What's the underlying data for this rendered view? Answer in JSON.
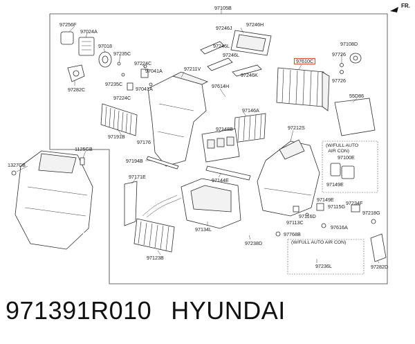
{
  "header": {
    "direction_label": "FR."
  },
  "footer": {
    "part_number": "971391R010",
    "brand": "HYUNDAI"
  },
  "callouts": [
    {
      "id": "97105B",
      "text": "97105B"
    },
    {
      "id": "97256F",
      "text": "97256F"
    },
    {
      "id": "97024A",
      "text": "97024A"
    },
    {
      "id": "97018",
      "text": "97018"
    },
    {
      "id": "97235C_a",
      "text": "97235C"
    },
    {
      "id": "97282C",
      "text": "97282C"
    },
    {
      "id": "97224C_a",
      "text": "97224C"
    },
    {
      "id": "97235C_b",
      "text": "97235C"
    },
    {
      "id": "97041A_a",
      "text": "97041A"
    },
    {
      "id": "97041A_b",
      "text": "97041A"
    },
    {
      "id": "97224C_b",
      "text": "97224C"
    },
    {
      "id": "97211V",
      "text": "97211V"
    },
    {
      "id": "97246J",
      "text": "97246J"
    },
    {
      "id": "97246H",
      "text": "97246H"
    },
    {
      "id": "97246L_a",
      "text": "97246L"
    },
    {
      "id": "97246L_b",
      "text": "97246L"
    },
    {
      "id": "97246K",
      "text": "97246K"
    },
    {
      "id": "97108D",
      "text": "97108D"
    },
    {
      "id": "97726_a",
      "text": "97726"
    },
    {
      "id": "97610C",
      "text": "97610C"
    },
    {
      "id": "97726_b",
      "text": "97726"
    },
    {
      "id": "97614H",
      "text": "97614H"
    },
    {
      "id": "55D86",
      "text": "55D86"
    },
    {
      "id": "97146A",
      "text": "97146A"
    },
    {
      "id": "97191B",
      "text": "97191B"
    },
    {
      "id": "97148B",
      "text": "97148B"
    },
    {
      "id": "97212S",
      "text": "97212S"
    },
    {
      "id": "97176",
      "text": "97176"
    },
    {
      "id": "1125GB",
      "text": "1125GB"
    },
    {
      "id": "97194B",
      "text": "97194B"
    },
    {
      "id": "1327CB",
      "text": "1327CB"
    },
    {
      "id": "97171E",
      "text": "97171E"
    },
    {
      "id": "97144E",
      "text": "97144E"
    },
    {
      "id": "97100E",
      "text": "97100E"
    },
    {
      "id": "97149E_a",
      "text": "97149E"
    },
    {
      "id": "97149E_b",
      "text": "97149E"
    },
    {
      "id": "97115G",
      "text": "97115G"
    },
    {
      "id": "97234F",
      "text": "97234F"
    },
    {
      "id": "97218G",
      "text": "97218G"
    },
    {
      "id": "97116D",
      "text": "97116D"
    },
    {
      "id": "97113C",
      "text": "97113C"
    },
    {
      "id": "97616A",
      "text": "97616A"
    },
    {
      "id": "97134L",
      "text": "97134L"
    },
    {
      "id": "97768B",
      "text": "97768B"
    },
    {
      "id": "97238D",
      "text": "97238D"
    },
    {
      "id": "97123B",
      "text": "97123B"
    },
    {
      "id": "97236L",
      "text": "97236L"
    },
    {
      "id": "97282D",
      "text": "97282D"
    }
  ],
  "notes": {
    "full_auto_top": "(W/FULL AUTO\n  AIR CON)",
    "full_auto_bottom": "(W/FULL AUTO AIR CON)"
  },
  "highlight": {
    "part": "97610C",
    "color": "#e0443a"
  }
}
